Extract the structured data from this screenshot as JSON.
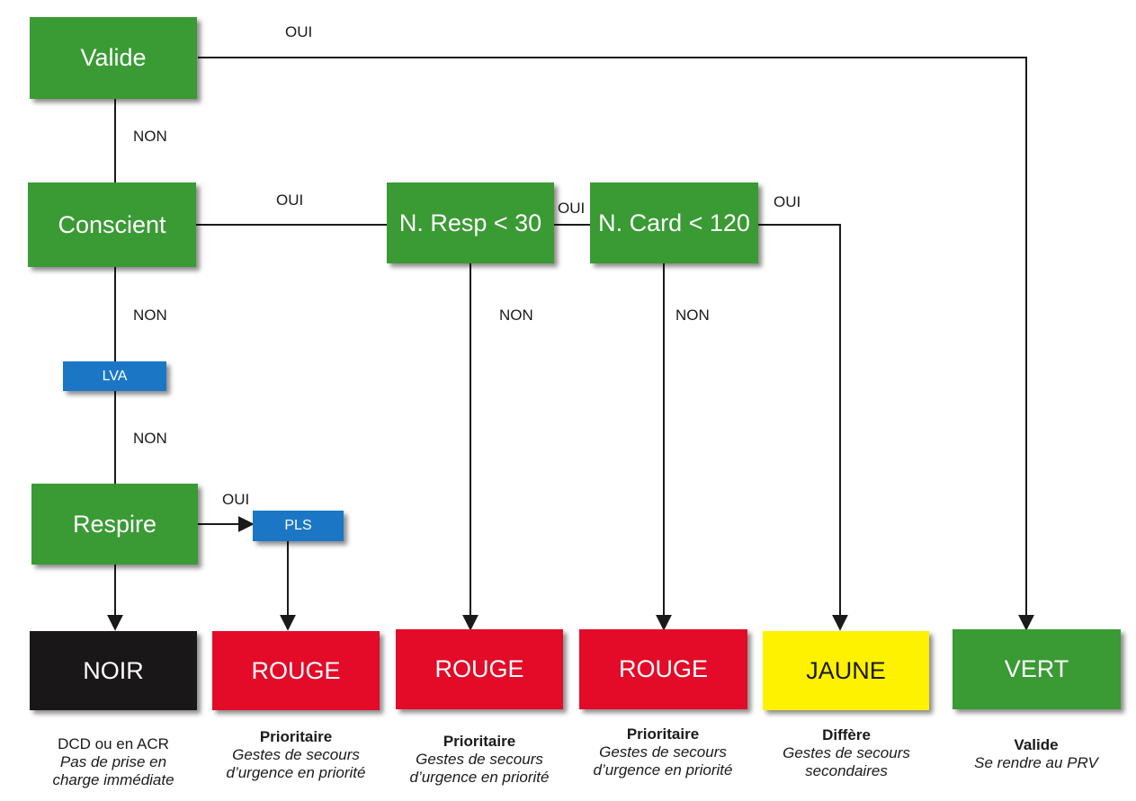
{
  "nodes": {
    "valide": "Valide",
    "conscient": "Conscient",
    "nresp": "N. Resp < 30",
    "ncard": "N. Card < 120",
    "lva": "LVA",
    "respire": "Respire",
    "pls": "PLS"
  },
  "edge_labels": {
    "oui": "OUI",
    "non": "NON"
  },
  "outcomes": [
    {
      "label": "NOIR",
      "color": "#1a1718",
      "text_color": "#ffffff",
      "desc_lines": [
        {
          "style": "t",
          "text": "DCD ou en ACR"
        },
        {
          "style": "i",
          "text": "Pas de prise en"
        },
        {
          "style": "i",
          "text": "charge immédiate"
        }
      ]
    },
    {
      "label": "ROUGE",
      "color": "#e30b28",
      "text_color": "#ffffff",
      "desc_lines": [
        {
          "style": "b",
          "text": "Prioritaire"
        },
        {
          "style": "i",
          "text": "Gestes de secours"
        },
        {
          "style": "i",
          "text": "d’urgence en priorité"
        }
      ]
    },
    {
      "label": "ROUGE",
      "color": "#e30b28",
      "text_color": "#ffffff",
      "desc_lines": [
        {
          "style": "b",
          "text": "Prioritaire"
        },
        {
          "style": "i",
          "text": "Gestes de secours"
        },
        {
          "style": "i",
          "text": "d’urgence en priorité"
        }
      ]
    },
    {
      "label": "ROUGE",
      "color": "#e30b28",
      "text_color": "#ffffff",
      "desc_lines": [
        {
          "style": "b",
          "text": "Prioritaire"
        },
        {
          "style": "i",
          "text": "Gestes de secours"
        },
        {
          "style": "i",
          "text": "d’urgence en priorité"
        }
      ]
    },
    {
      "label": "JAUNE",
      "color": "#fff200",
      "text_color": "#1a1a1a",
      "desc_lines": [
        {
          "style": "b",
          "text": "Diffère"
        },
        {
          "style": "i",
          "text": "Gestes de secours"
        },
        {
          "style": "i",
          "text": "secondaires"
        }
      ]
    },
    {
      "label": "VERT",
      "color": "#3a9a34",
      "text_color": "#ffffff",
      "desc_lines": [
        {
          "style": "b",
          "text": "Valide"
        },
        {
          "style": "i",
          "text": "Se rendre au PRV"
        }
      ]
    }
  ],
  "colors": {
    "decision": "#3a9a34",
    "action": "#1b77c5",
    "line": "#1a1a1a"
  }
}
